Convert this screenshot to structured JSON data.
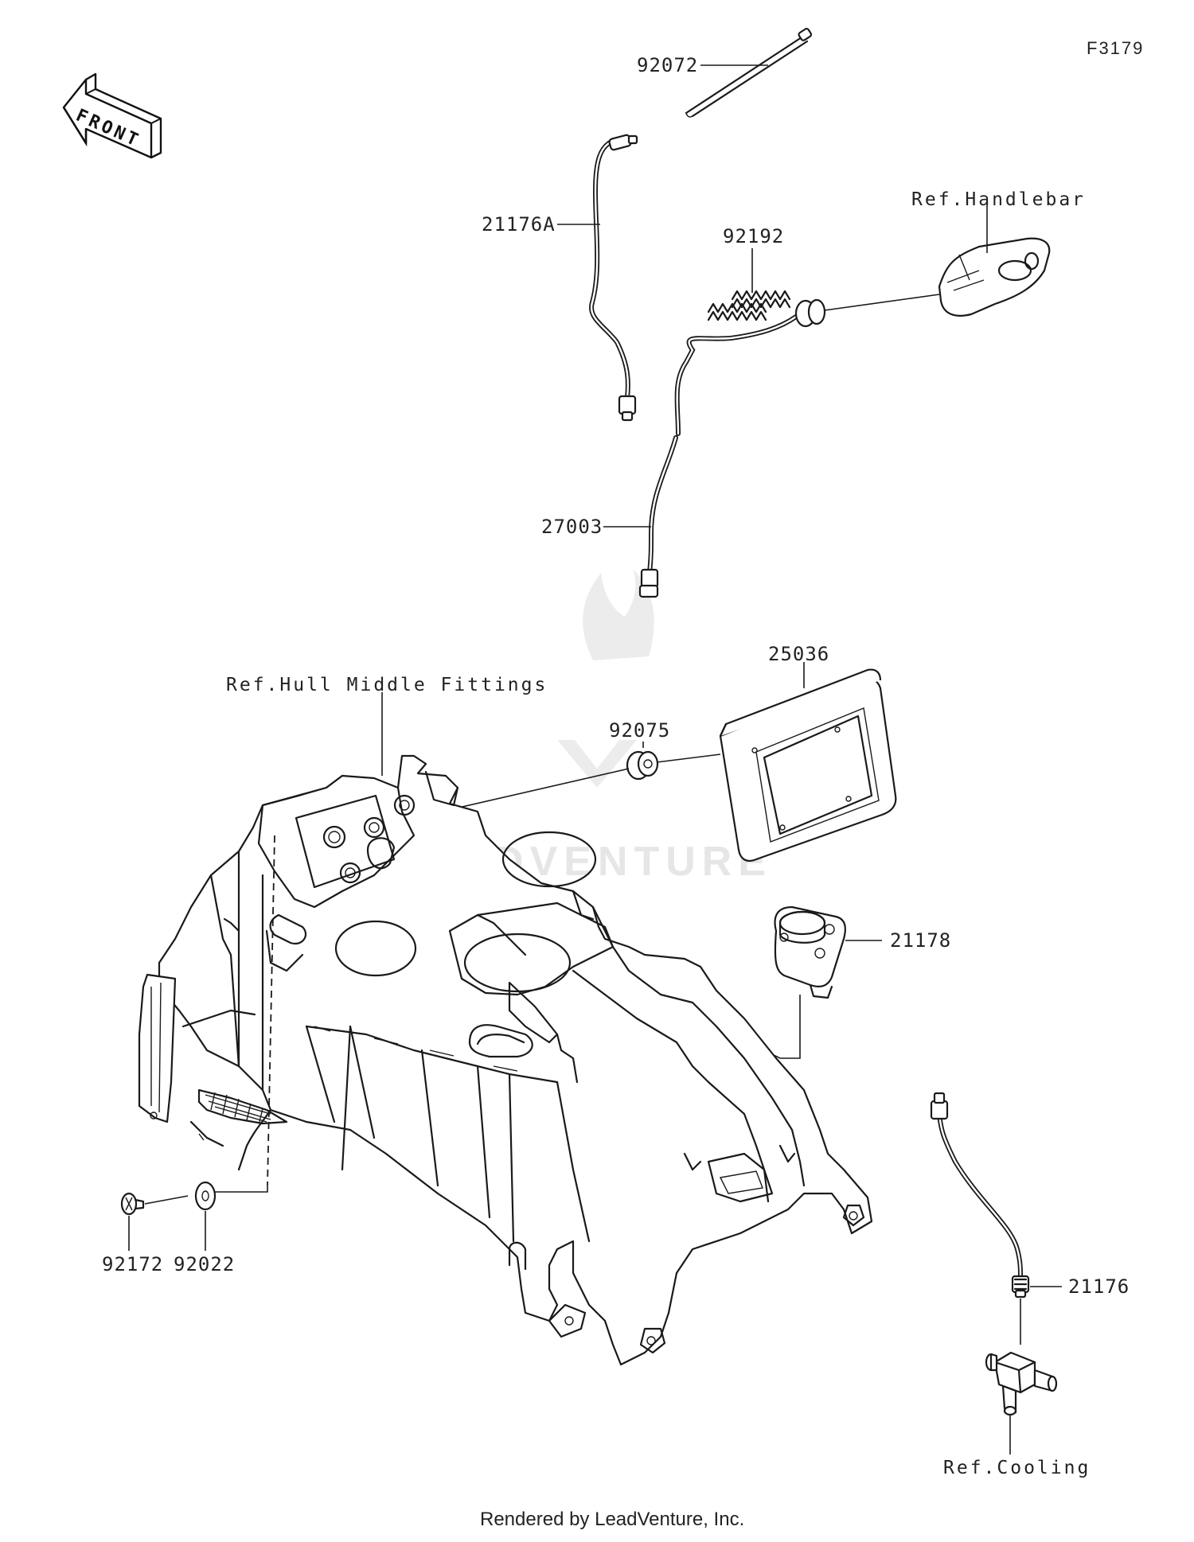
{
  "diagram_code": "F3179",
  "front_label": "FRONT",
  "watermark": "LEADVENTURE",
  "footer": "Rendered by LeadVenture, Inc.",
  "references": {
    "handlebar": "Ref.Handlebar",
    "hull": "Ref.Hull Middle Fittings",
    "cooling": "Ref.Cooling"
  },
  "parts": {
    "p92072": "92072",
    "p21176A": "21176A",
    "p92192": "92192",
    "p27003": "27003",
    "p25036": "25036",
    "p92075": "92075",
    "p21178": "21178",
    "p92172": "92172",
    "p92022": "92022",
    "p21176": "21176"
  }
}
